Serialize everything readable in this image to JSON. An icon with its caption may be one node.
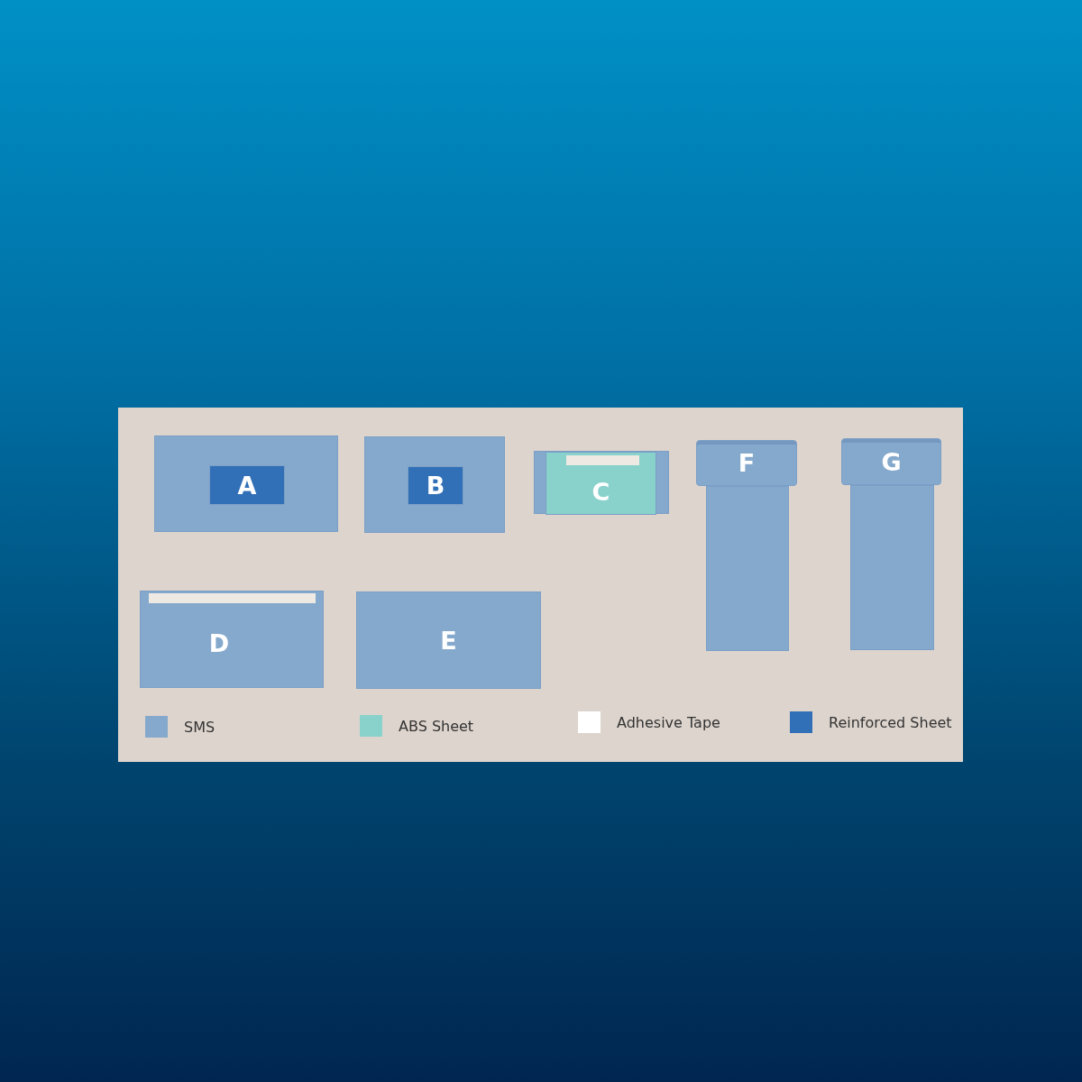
{
  "diagram": {
    "nodes": [
      {
        "text": [],
        "shape": "box"
      },
      {
        "text": [
          "A"
        ],
        "in": 0
      },
      {
        "text": [],
        "shape": "box"
      },
      {
        "text": [
          "B"
        ],
        "in": 2
      },
      {
        "text": [],
        "shape": "box"
      },
      {
        "text": [
          "C"
        ],
        "in": 4
      },
      {
        "text": [
          "F"
        ]
      },
      {
        "text": [],
        "shape": "box"
      },
      {
        "text": [
          "G"
        ]
      },
      {
        "text": [],
        "shape": "box"
      },
      {
        "text": [
          "D"
        ]
      },
      {
        "text": [
          "E"
        ]
      }
    ],
    "legend": [
      {
        "text": "SMS",
        "color": "#85a9cd"
      },
      {
        "text": "ABS Sheet",
        "color": "#88d2cb"
      },
      {
        "text": "Adhesive Tape",
        "color": "#ffffff"
      },
      {
        "text": "Reinforced Sheet",
        "color": "#3170b7"
      }
    ]
  }
}
